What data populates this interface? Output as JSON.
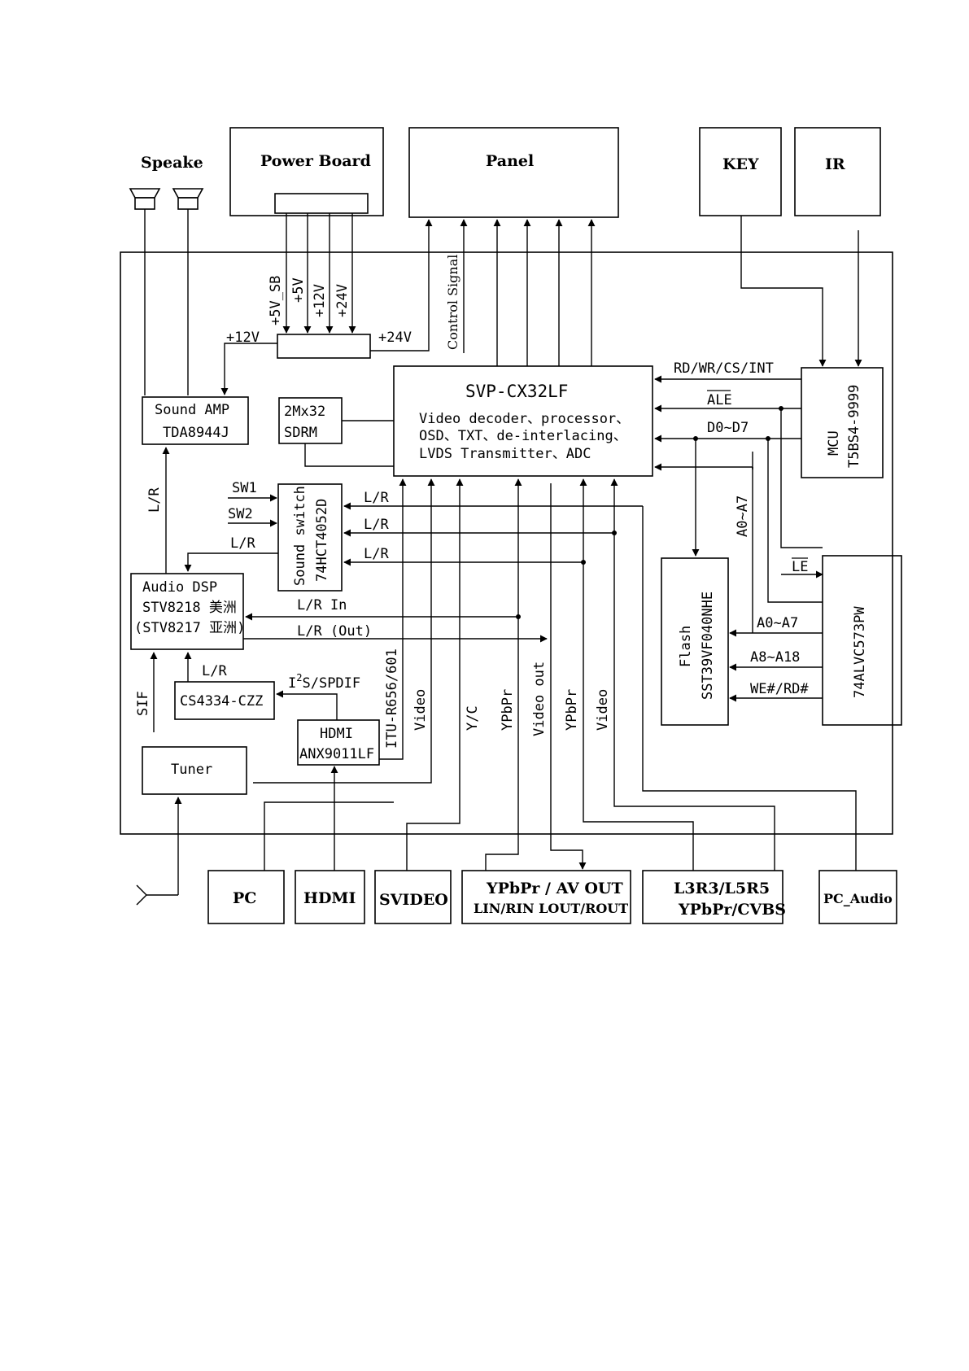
{
  "blocks": {
    "speaker": "Speake",
    "power_board": "Power Board",
    "panel": "Panel",
    "key": "KEY",
    "ir": "IR",
    "svp": {
      "title": "SVP-CX32LF",
      "line1": "Video decoder、processor、",
      "line2": "OSD、TXT、de-interlacing、",
      "line3": "LVDS Transmitter、ADC"
    },
    "sdram": {
      "line1": "2Mx32",
      "line2": "SDRM"
    },
    "sound_amp": {
      "line1": "Sound AMP",
      "line2": "TDA8944J"
    },
    "mcu": {
      "line1": "MCU",
      "line2": "T5BS4-9999"
    },
    "sound_switch": {
      "line1": "Sound switch",
      "line2": "74HCT4052D"
    },
    "audio_dsp": {
      "line1": "Audio DSP",
      "line2": "STV8218 美洲",
      "line3": "(STV8217 亚洲)"
    },
    "flash": {
      "line1": "Flash",
      "line2": "SST39VF040NHE"
    },
    "latch": "74ALVC573PW",
    "cs4334": "CS4334-CZZ",
    "hdmi_chip": {
      "line1": "HDMI",
      "line2": "ANX9011LF"
    },
    "tuner": "Tuner"
  },
  "connectors": {
    "pc": "PC",
    "hdmi": "HDMI",
    "svideo": "SVIDEO",
    "ypbpr_av": {
      "line1": "YPbPr / AV OUT",
      "line2": "LIN/RIN  LOUT/ROUT"
    },
    "l3r3": {
      "line1": "L3R3/L5R5",
      "line2": "YPbPr/CVBS"
    },
    "pc_audio": "PC_Audio"
  },
  "signals": {
    "v5_sb": "+5V_SB",
    "v5": "+5V",
    "v12": "+12V",
    "v24": "+24V",
    "v12_left": "+12V",
    "v24_right": "+24V",
    "control_signal": "Control Signal",
    "rd_wr": "RD/WR/CS/INT",
    "ale": "ALE",
    "d0_d7": "D0~D7",
    "a0_a7_vertical": "A0~A7",
    "le": "LE",
    "a0_a7": "A0~A7",
    "a8_a18": "A8~A18",
    "we_rd": "WE#/RD#",
    "sw1": "SW1",
    "sw2": "SW2",
    "lr_switch_1": "L/R",
    "lr_switch_2": "L/R",
    "lr_switch_3": "L/R",
    "lr_to_dsp": "L/R",
    "lr_amp": "L/R",
    "lr_in": "L/R  In",
    "lr_out": "L/R  (Out)",
    "lr_cs": "L/R",
    "i2s_prefix": "I",
    "i2s_sup": "2",
    "i2s_suffix": "S/SPDIF",
    "sif": "SIF",
    "itu": "ITU-R656/601",
    "video_1": "Video",
    "yc": "Y/C",
    "ypbpr_1": "YPbPr",
    "video_out": "Video out",
    "ypbpr_2": "YPbPr",
    "video_2": "Video"
  }
}
